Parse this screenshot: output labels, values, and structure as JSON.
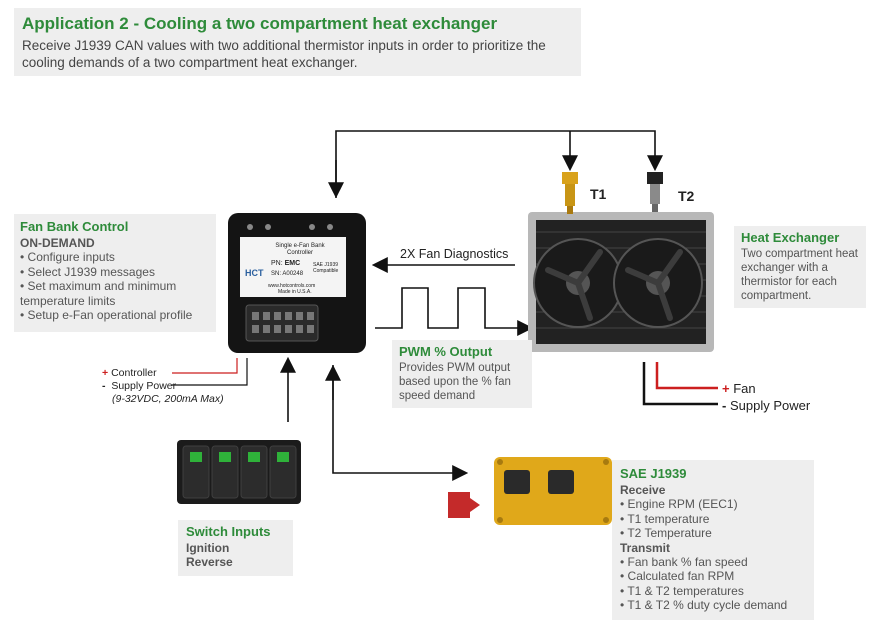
{
  "header": {
    "title": "Application 2 - Cooling a two compartment heat exchanger",
    "subtitle": "Receive J1939 CAN values with two additional thermistor inputs in order to prioritize the cooling demands of a two compartment heat exchanger."
  },
  "fan_bank": {
    "title": "Fan Bank Control",
    "mode": "ON-DEMAND",
    "items": [
      "Configure inputs",
      "Select J1939 messages",
      "Set maximum and minimum temperature limits",
      "Setup e-Fan operational profile"
    ]
  },
  "power_controller": {
    "plus": "+",
    "controller": "Controller",
    "minus": "-",
    "supply": "Supply Power",
    "spec": "(9-32VDC, 200mA Max)"
  },
  "controller_device": {
    "title": "Single e-Fan Bank Controller",
    "pn_label": "PN:",
    "pn_value": "EMC",
    "sn_label": "SN:",
    "sn_value": "A00248",
    "sae_note": "SAE J1939 Compatible",
    "website": "www.hotcontrols.com",
    "made": "Made in U.S.A.",
    "logo": "HCT"
  },
  "diagnostics": {
    "label": "2X Fan Diagnostics"
  },
  "pwm": {
    "title": "PWM % Output",
    "desc": "Provides PWM output based upon the % fan speed demand"
  },
  "sensors": {
    "t1": "T1",
    "t2": "T2"
  },
  "heat_exchanger": {
    "title": "Heat Exchanger",
    "desc": "Two compartment heat exchanger with a thermistor for each compartment."
  },
  "power_fan": {
    "plus": "+",
    "fan": "Fan",
    "minus": "-",
    "supply": "Supply Power"
  },
  "switch_inputs": {
    "title": "Switch Inputs",
    "items": [
      "Ignition",
      "Reverse"
    ]
  },
  "sae": {
    "title": "SAE J1939",
    "receive": "Receive",
    "receive_items": [
      "Engine RPM (EEC1)",
      "T1 temperature",
      "T2 Temperature"
    ],
    "transmit": "Transmit",
    "transmit_items": [
      "Fan bank % fan speed",
      "Calculated fan RPM",
      "T1 & T2  temperatures",
      "T1 & T2 % duty cycle demand"
    ]
  },
  "colors": {
    "accent": "#2e8b3a",
    "box": "#eeeeee",
    "power_red": "#cc1f1f",
    "ecm_yellow": "#e0a81a"
  }
}
